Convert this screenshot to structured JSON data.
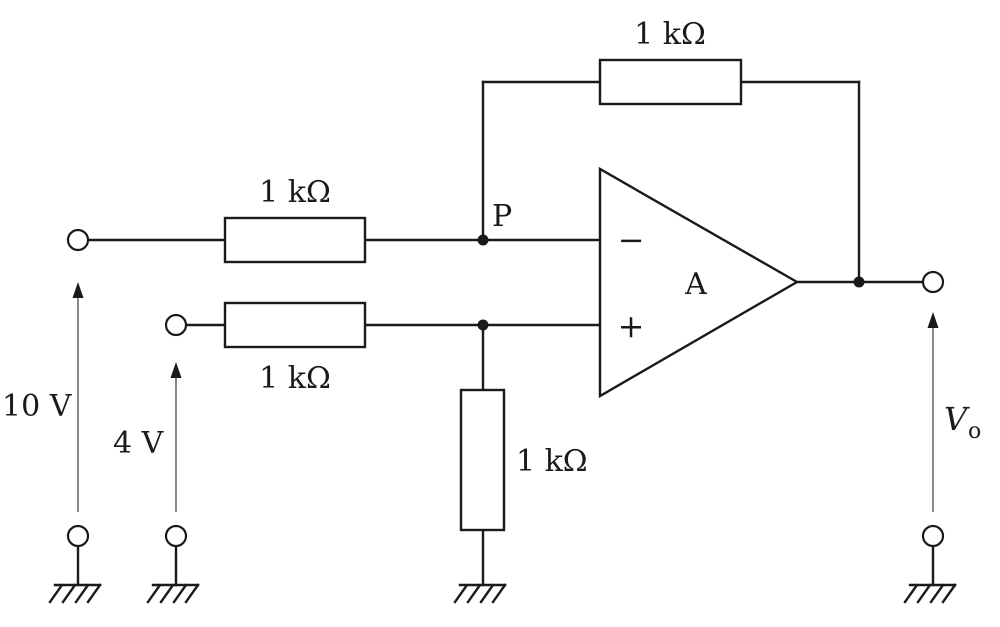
{
  "labels": {
    "feedback_resistor": "1 kΩ",
    "input_resistor_inverting": "1 kΩ",
    "input_resistor_noninverting": "1 kΩ",
    "ground_resistor": "1 kΩ",
    "node_p": "P",
    "opamp": "A",
    "inverting_sign": "−",
    "noninverting_sign": "+",
    "input_voltage_1": "10 V",
    "input_voltage_2": "4 V",
    "output_voltage_symbol": "V",
    "output_voltage_subscript": "o"
  }
}
